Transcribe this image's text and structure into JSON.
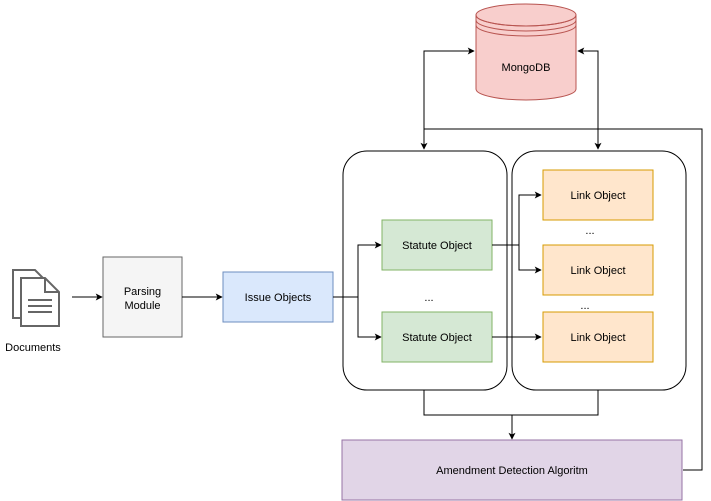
{
  "diagram": {
    "nodes": {
      "documents": {
        "label": "Documents"
      },
      "parsing_module": {
        "label_line1": "Parsing",
        "label_line2": "Module"
      },
      "issue_objects": {
        "label": "Issue Objects"
      },
      "mongodb": {
        "label": "MongoDB"
      },
      "statute_object_1": {
        "label": "Statute Object"
      },
      "statute_object_2": {
        "label": "Statute Object"
      },
      "statute_ellipsis": {
        "label": "..."
      },
      "link_object_1": {
        "label": "Link Object"
      },
      "link_object_2": {
        "label": "Link Object"
      },
      "link_object_3": {
        "label": "Link Object"
      },
      "link_ellipsis_1": {
        "label": "..."
      },
      "link_ellipsis_2": {
        "label": "..."
      },
      "amendment_detection": {
        "label": "Amendment Detection Algoritm"
      }
    },
    "colors": {
      "stroke": "#000000",
      "parsing_fill": "#f5f5f5",
      "parsing_stroke": "#666666",
      "issue_fill": "#dae8fc",
      "issue_stroke": "#6c8ebf",
      "mongodb_fill": "#f8cecc",
      "mongodb_stroke": "#b85450",
      "statute_fill": "#d5e8d4",
      "statute_stroke": "#82b366",
      "link_fill": "#ffe6cc",
      "link_stroke": "#d79b00",
      "amendment_fill": "#e1d5e7",
      "amendment_stroke": "#9673a6",
      "document_icon": "#666666"
    }
  }
}
